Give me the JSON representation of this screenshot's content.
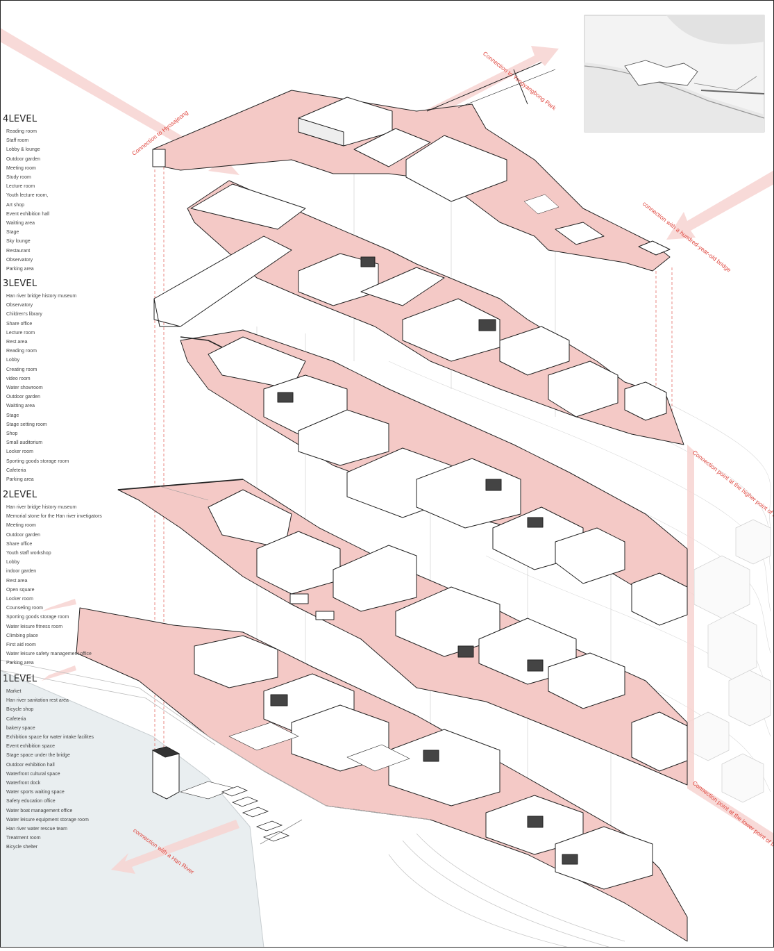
{
  "levels": [
    {
      "title": "4LEVEL",
      "items": [
        "Reading room",
        "Staff room",
        "Lobby & lounge",
        "Outdoor garden",
        "Meeting room",
        "Study room",
        "Lecture room",
        "Youth lecture room,",
        "Art shop",
        "Event exhibition hall",
        "Waitting area",
        "Stage",
        "Sky lounge",
        "Restaurant",
        "Observatory",
        "Parking area"
      ]
    },
    {
      "title": "3LEVEL",
      "items": [
        "Han river bridge history museum",
        "Observatory",
        "Children's library",
        "Share office",
        "Lecture room",
        "Rest area",
        "Reading room",
        "Lobby",
        "Creating room",
        "video room",
        "Water showroom",
        "Outdoor garden",
        "Waitting area",
        "Stage",
        "Stage setting room",
        "Shop",
        "Small auditorium",
        "Locker room",
        "Sporting goods storage room",
        "Cafeteria",
        "Parking area"
      ]
    },
    {
      "title": "2LEVEL",
      "items": [
        "Han river bridge history museum",
        "Memorial stone for the Han river invetigators",
        "Meeting room",
        "Outdoor garden",
        "Share office",
        "Youth staff workshop",
        "Lobby",
        "indoor garden",
        "Rest area",
        "Open square",
        "Locker room",
        "Counseling room",
        "Sporting goods storage room",
        "Water leisure fitness room",
        "Climbing place",
        "First aid room",
        "Water leisure safety management office",
        "Parking area"
      ]
    },
    {
      "title": "1LEVEL",
      "items": [
        "Market",
        "Han river sanitation rest area",
        "Bicycle shop",
        "Cafeteria",
        "bakery space",
        "Exhibition space for water intake facilites",
        "Event exhibition space",
        "Stage space under the bridge",
        "Outdoor exhibition hall",
        "Waterfront cultural space",
        "Waterfront dock",
        "Water sports waiting space",
        "Safety education office",
        "Water boat management office",
        "Water leisure equipment storage room",
        "Han river water rescue team",
        "Treatment room",
        "Bicycle shelter"
      ]
    }
  ],
  "connections": {
    "hyojajeong": "Connection to Hyosajeong",
    "yongyangbong": "Connection to Yongyangbong Park",
    "old_bridge": "connection with a hundred-year-old bridge",
    "higher_point": "Connection point at the higher point of the Han River Bridge",
    "lower_point": "Connection point at the lower point of the Han River Bridge",
    "han_river": "connection with a Han River"
  },
  "colors": {
    "accent": "#f4c9c6",
    "accent_text": "#e0473f",
    "line": "#222222",
    "water": "#e9eef0"
  }
}
